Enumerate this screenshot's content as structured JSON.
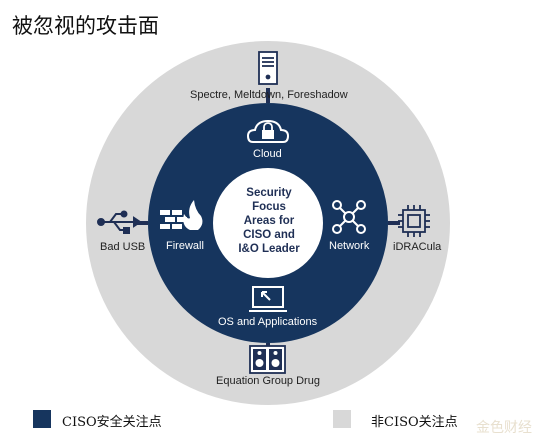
{
  "title": "被忽视的攻击面",
  "center": {
    "lines": [
      "Security",
      "Focus",
      "Areas for",
      "CISO and",
      "I&O Leader"
    ]
  },
  "inner_items": {
    "cloud": "Cloud",
    "firewall": "Firewall",
    "network": "Network",
    "os": "OS and Applications"
  },
  "outer_items": {
    "spectre": "Spectre, Meltdown, Foreshadow",
    "badusb": "Bad USB",
    "idracula": "iDRACula",
    "equation": "Equation Group Drug"
  },
  "legend": {
    "ciso": "CISO安全关注点",
    "non_ciso": "非CISO关注点"
  },
  "colors": {
    "dark_ring": "#16355e",
    "light_ring": "#d8d8d8",
    "center": "#ffffff"
  },
  "watermark": "金色财经"
}
